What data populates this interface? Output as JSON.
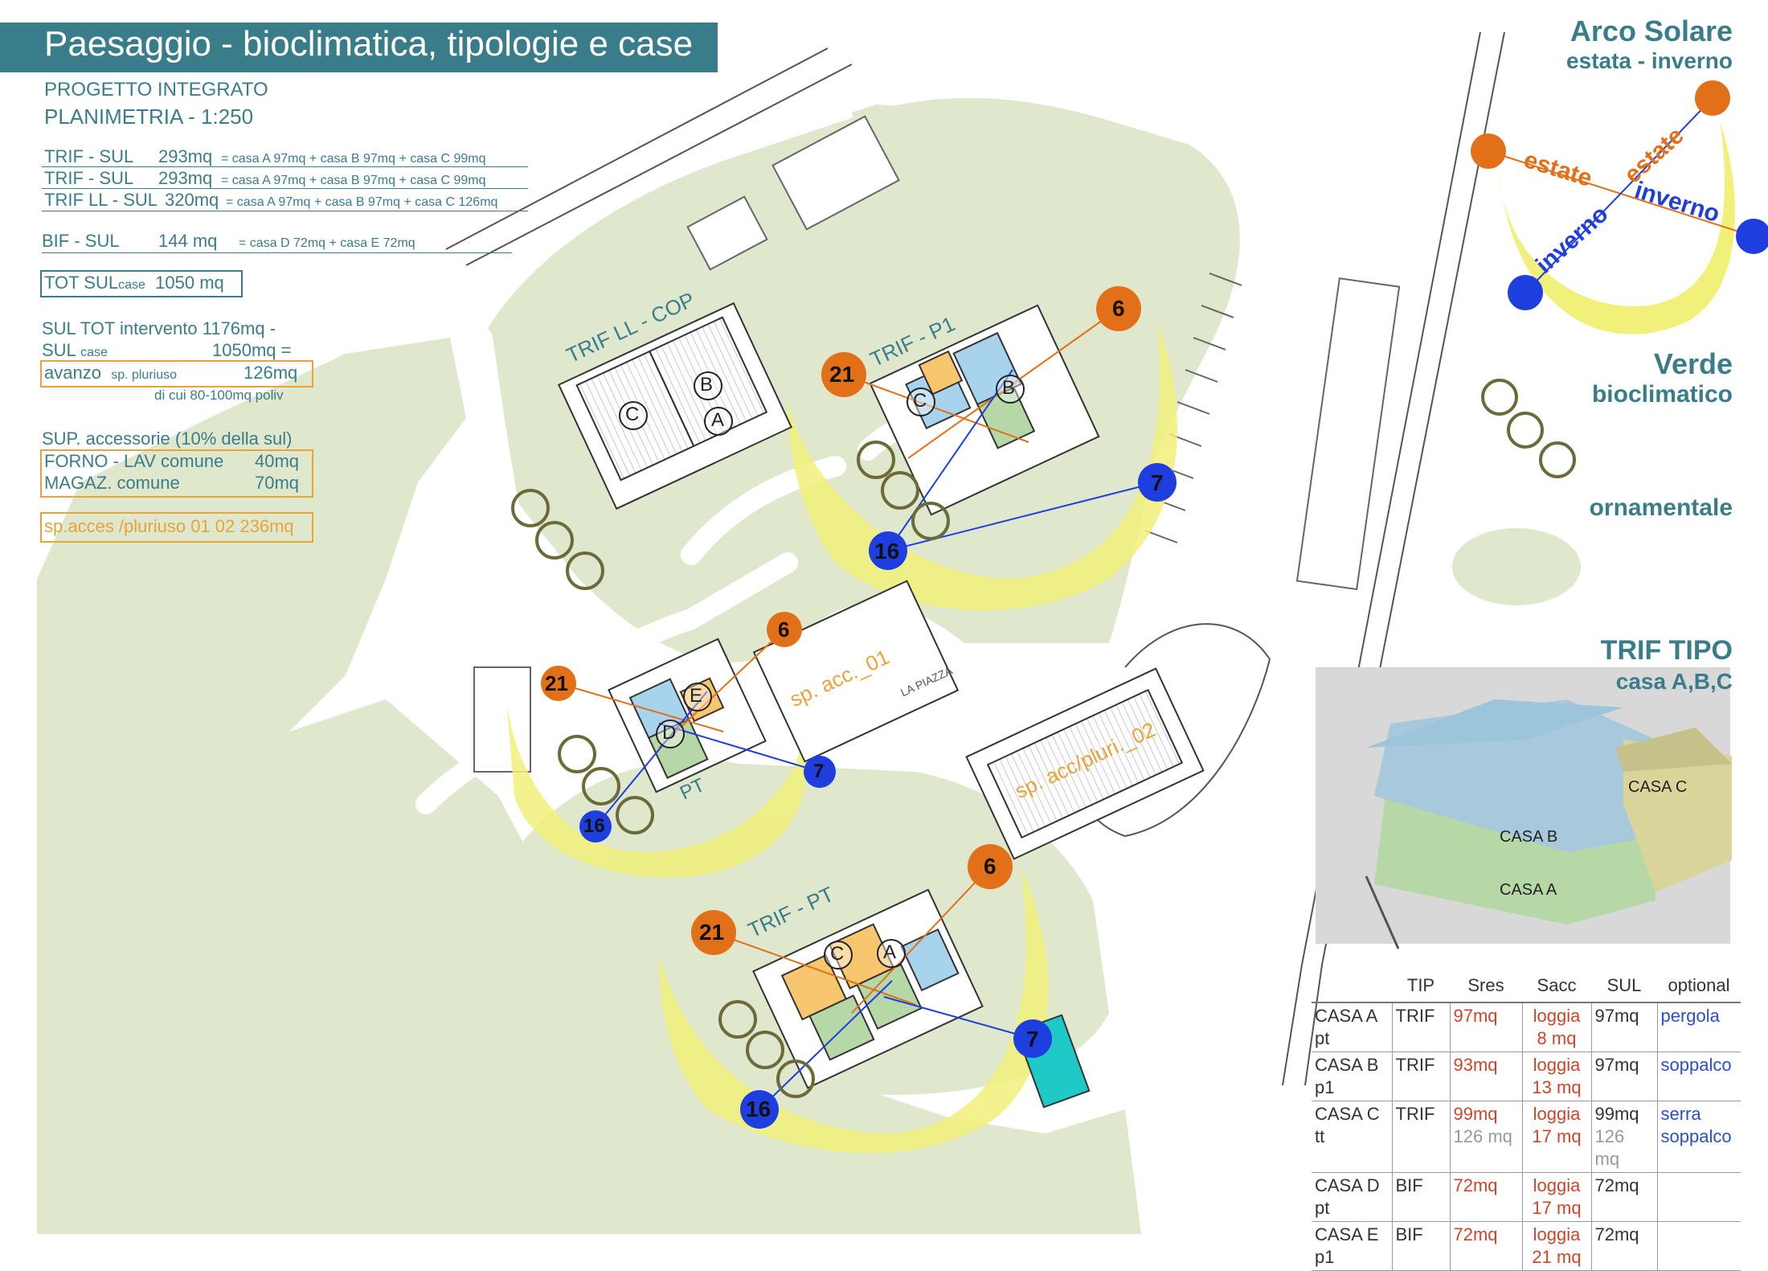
{
  "title": "Paesaggio - bioclimatica, tipologie e case",
  "subtitle": {
    "line1": "PROGETTO INTEGRATO",
    "line2": "PLANIMETRIA  - 1:250"
  },
  "sul_lines": [
    {
      "label": "TRIF - SUL",
      "value": "293mq",
      "detail": "=  casa A 97mq + casa B 97mq + casa C 99mq"
    },
    {
      "label": "TRIF - SUL",
      "value": "293mq",
      "detail": "=  casa A 97mq + casa B 97mq + casa C 99mq"
    },
    {
      "label": "TRIF LL - SUL",
      "value": "320mq",
      "detail": "=  casa A 97mq + casa B 97mq + casa C 126mq"
    }
  ],
  "bif_line": {
    "label": "BIF - SUL",
    "value": "144 mq",
    "detail": "=  casa D 72mq + casa E 72mq"
  },
  "tot_sul": {
    "label": "TOT SUL",
    "small": "case",
    "value": "1050 mq"
  },
  "intervento": {
    "line1": "SUL TOT intervento  1176mq -",
    "line2_label": "SUL",
    "line2_small": "case",
    "line2_value": "1050mq =",
    "avanzo_label": "avanzo",
    "avanzo_small": "sp. pluriuso",
    "avanzo_value": "126mq",
    "note": "di cui 80-100mq poliv"
  },
  "accessorie": {
    "title": "SUP. accessorie (10% della sul)",
    "forno_label": "FORNO - LAV comune",
    "forno_value": "40mq",
    "magaz_label": "MAGAZ. comune",
    "magaz_value": "70mq",
    "total": "sp.acces /pluriuso 01 02  236mq"
  },
  "plan_labels": {
    "trif_ll": "TRIF LL - COP",
    "trif_p1": "TRIF - P1",
    "trif_pt": "TRIF - PT",
    "pt": "PT",
    "sp_acc_01": "sp. acc._01",
    "la_piazza": "LA PIAZZA",
    "sp_acc_02": "sp. acc/pluri._02",
    "house_letters": [
      "C",
      "B",
      "A",
      "C",
      "B",
      "E",
      "D",
      "C",
      "A"
    ],
    "sun_hours": {
      "h6": "6",
      "h21": "21",
      "h7": "7",
      "h16": "16"
    }
  },
  "legend": {
    "arco_title": "Arco Solare",
    "arco_sub": "estata - inverno",
    "estate1": "estate",
    "estate2": "estate",
    "inverno1": "inverno",
    "inverno2": "inverno",
    "verde_title": "Verde",
    "verde_sub": "bioclimatico",
    "ornamentale": "ornamentale",
    "trif_tipo_title": "TRIF TIPO",
    "trif_tipo_sub": "casa A,B,C",
    "render_labels": {
      "a": "CASA A",
      "b": "CASA B",
      "c": "CASA C"
    }
  },
  "colors": {
    "teal": "#3a7d8a",
    "orange": "#e8a33a",
    "sun_orange": "#e27018",
    "winter_blue": "#1f3ee0",
    "sun_yellow": "#f1f07a",
    "green_area": "#dfe7cc",
    "tree_ring": "#6b6b3a"
  },
  "table": {
    "headers": [
      "",
      "TIP",
      "Sres",
      "Sacc",
      "SUL",
      "optional"
    ],
    "rows": [
      {
        "casa": "CASA A",
        "piano": "pt",
        "tip": "TRIF",
        "sres": "97mq",
        "sres2": "",
        "sacc1": "loggia",
        "sacc2": "8 mq",
        "sul": "97mq",
        "sul2": "",
        "opt1": "pergola",
        "opt2": ""
      },
      {
        "casa": "CASA B",
        "piano": "p1",
        "tip": "TRIF",
        "sres": "93mq",
        "sres2": "",
        "sacc1": "loggia",
        "sacc2": "13 mq",
        "sul": "97mq",
        "sul2": "",
        "opt1": "soppalco",
        "opt2": ""
      },
      {
        "casa": "CASA C",
        "piano": "tt",
        "tip": "TRIF",
        "sres": "99mq",
        "sres2": "126 mq",
        "sacc1": "loggia",
        "sacc2": "17 mq",
        "sul": "99mq",
        "sul2": "126 mq",
        "opt1": "serra",
        "opt2": "soppalco"
      },
      {
        "casa": "CASA D",
        "piano": "pt",
        "tip": "BIF",
        "sres": "72mq",
        "sres2": "",
        "sacc1": "loggia",
        "sacc2": "17 mq",
        "sul": "72mq",
        "sul2": "",
        "opt1": "",
        "opt2": ""
      },
      {
        "casa": "CASA E",
        "piano": "p1",
        "tip": "BIF",
        "sres": "72mq",
        "sres2": "",
        "sacc1": "loggia",
        "sacc2": "21 mq",
        "sul": "72mq",
        "sul2": "",
        "opt1": "",
        "opt2": ""
      }
    ]
  }
}
